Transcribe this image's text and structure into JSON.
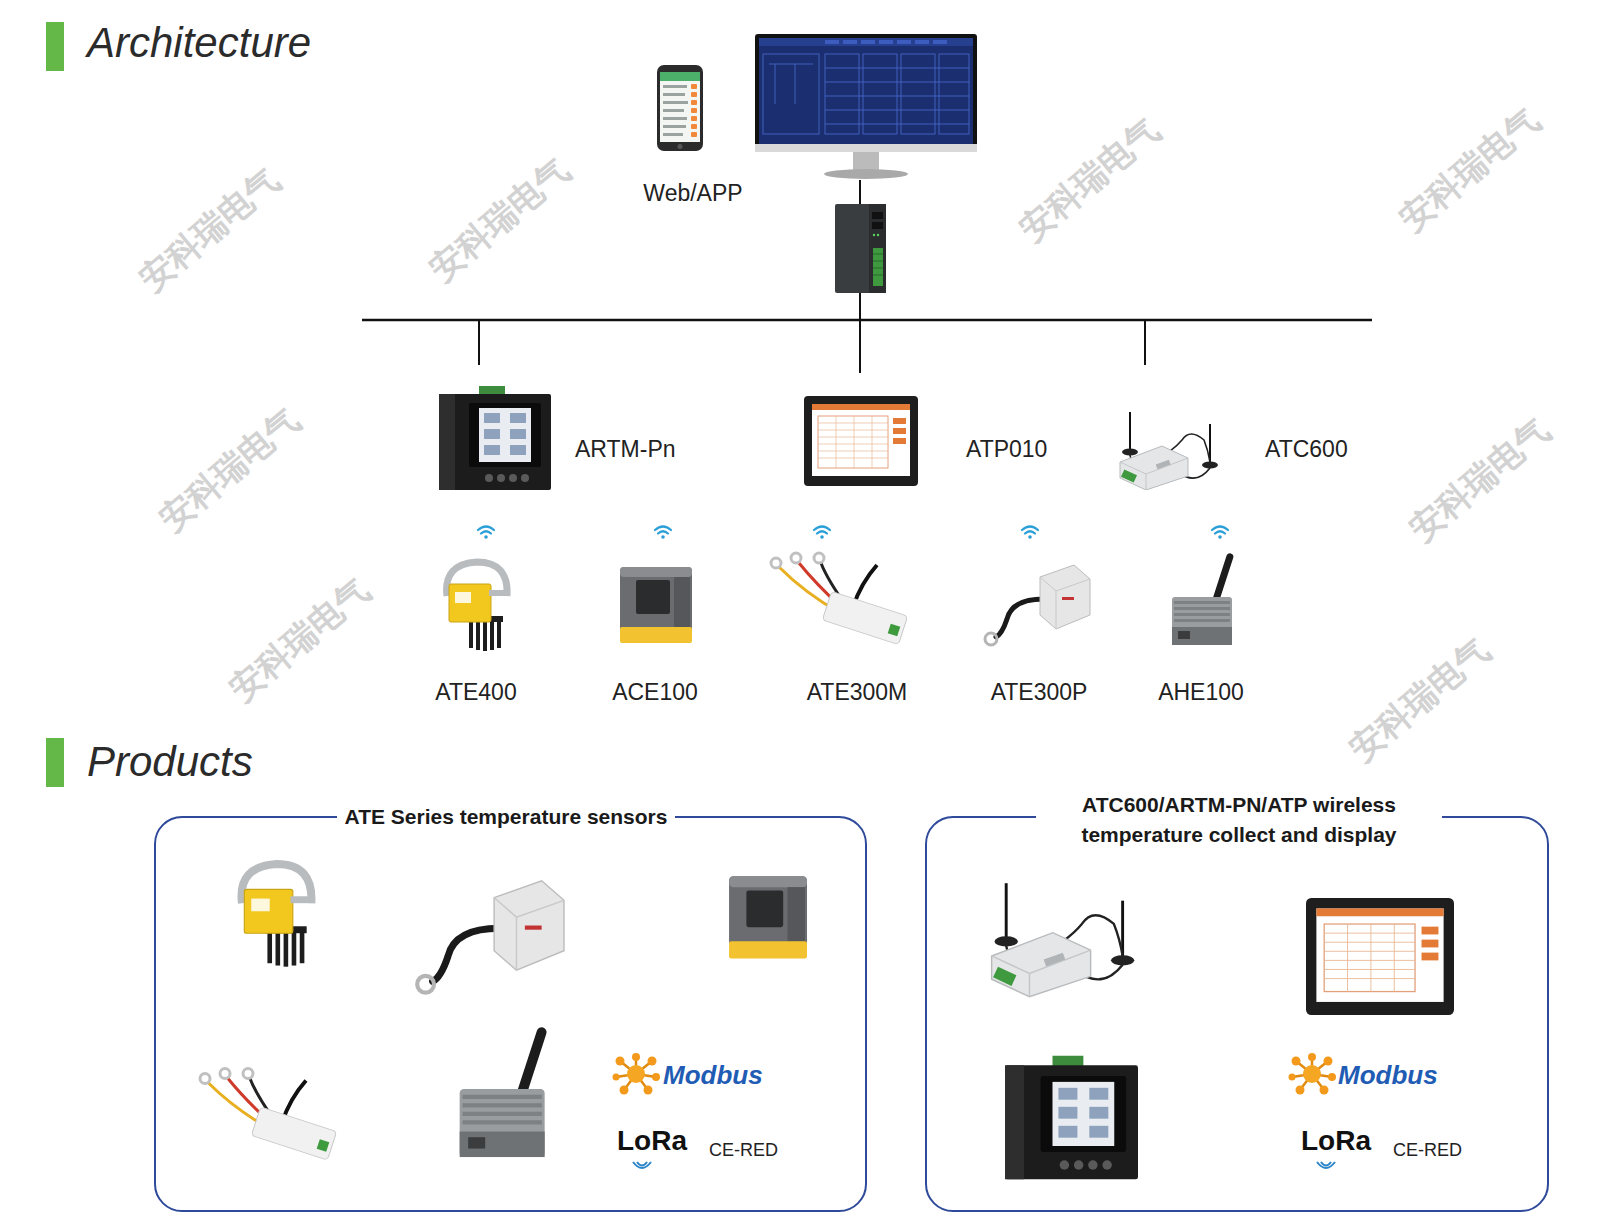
{
  "diagram": {
    "title": "Architecture",
    "nodes": [
      {
        "text": [
          "Web/APP"
        ]
      },
      {
        "text": [
          "ARTM-Pn"
        ]
      },
      {
        "text": [
          "ATP010"
        ]
      },
      {
        "text": [
          "ATC600"
        ]
      },
      {
        "text": [
          "ATE400"
        ]
      },
      {
        "text": [
          "ACE100"
        ]
      },
      {
        "text": [
          "ATE300M"
        ]
      },
      {
        "text": [
          "ATE300P"
        ]
      },
      {
        "text": [
          "AHE100"
        ]
      },
      {
        "text": [
          "ATE Series temperature sensors"
        ]
      },
      {
        "text": [
          "ATC600/ARTM-PN/ATP wireless temperature collect and display"
        ]
      }
    ],
    "labels": [
      "Products",
      "Modbus",
      "LoRa",
      "CE-RED",
      "Modbus",
      "LoRa",
      "CE-RED",
      "安科瑞电气",
      "安科瑞电气",
      "安科瑞电气",
      "安科瑞电气",
      "安科瑞电气",
      "安科瑞电气",
      "安科瑞电气",
      "安科瑞电气"
    ]
  }
}
